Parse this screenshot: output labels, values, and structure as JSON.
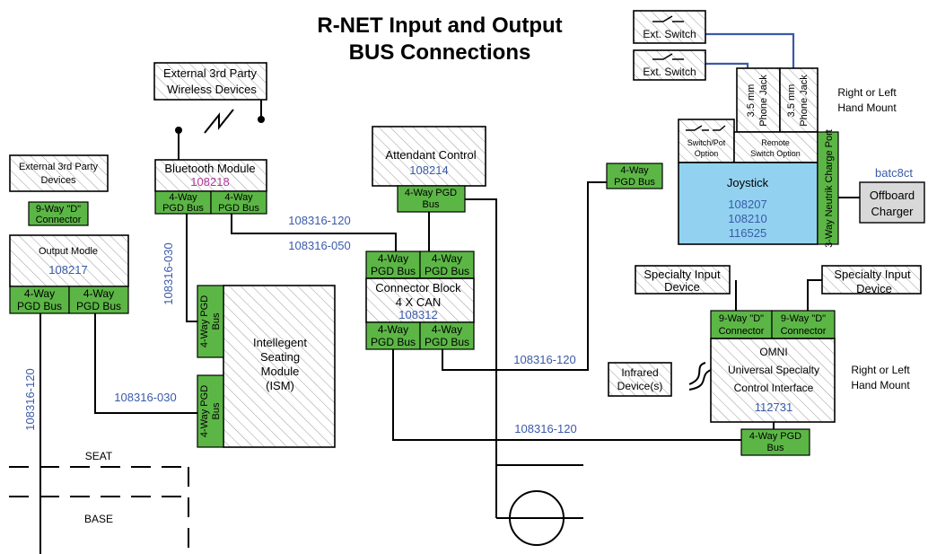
{
  "title": {
    "line1": "R-NET Input and Output",
    "line2": "BUS Connections"
  },
  "ext3_wireless": {
    "line1": "External 3rd Party",
    "line2": "Wireless Devices"
  },
  "ext3_devices": {
    "line1": "External 3rd Party",
    "line2": "Devices"
  },
  "bluetooth": {
    "name": "Bluetooth Module",
    "part": "108218"
  },
  "output_module": {
    "name": "Output Modle",
    "part": "108217"
  },
  "attendant": {
    "name": "Attendant Control",
    "part": "108214"
  },
  "connector_block": {
    "line1": "Connector Block",
    "line2": "4 X CAN",
    "part": "108312"
  },
  "ism": {
    "line1": "Intellegent",
    "line2": "Seating",
    "line3": "Module",
    "line4": "(ISM)"
  },
  "joystick": {
    "name": "Joystick",
    "parts": [
      "108207",
      "108210",
      "116525"
    ]
  },
  "omni": {
    "line1": "OMNI",
    "line2": "Universal Specialty",
    "line3": "Control Interface",
    "part": "112731"
  },
  "ext_switch": [
    "Ext. Switch",
    "Ext. Switch"
  ],
  "phone_jack": {
    "line1": "3.5 mm",
    "line2": "Phone Jack"
  },
  "switch_pot": {
    "line1": "Switch/Pot",
    "line2": "Option"
  },
  "remote_switch": {
    "line1": "Remote",
    "line2": "Switch Option"
  },
  "charge_port": "3-Way Neutrik Charge Port",
  "offboard_charger": {
    "line1": "Offboard",
    "line2": "Charger"
  },
  "charger_cable": "batc8ct",
  "mount_labels": {
    "line1": "Right or Left",
    "line2": "Hand Mount"
  },
  "specialty_input": {
    "line1": "Specialty Input",
    "line2": "Device"
  },
  "infrared": {
    "line1": "Infrared",
    "line2": "Device(s)"
  },
  "dsub": {
    "line1": "9-Way \"D\"",
    "line2": "Connector"
  },
  "pgd_bus": {
    "line1": "4-Way",
    "line2": "PGD Bus"
  },
  "pgd_bus_wide": {
    "line1": "4-Way PGD",
    "line2": "Bus"
  },
  "cables": {
    "c120": "108316-120",
    "c050": "108316-050",
    "c030": "108316-030"
  },
  "seat": "SEAT",
  "base": "BASE",
  "colors": {
    "pgd_green": "#5cb646",
    "joystick_blue": "#92d2f0",
    "part_blue": "#3a5aa8",
    "part_purple": "#b0399a",
    "charger_gray": "#d8d8d8"
  }
}
